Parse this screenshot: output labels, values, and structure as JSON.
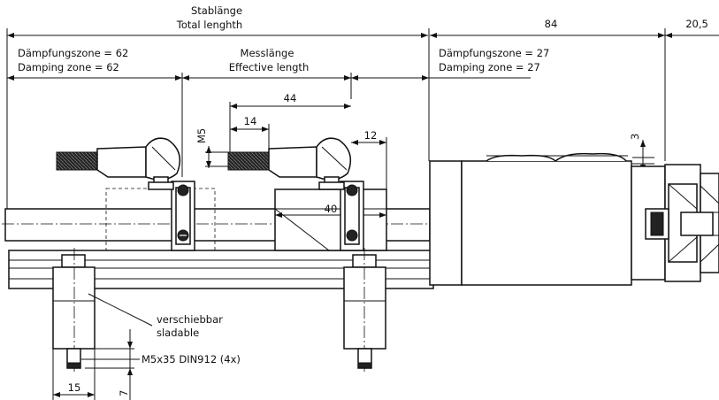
{
  "dims": {
    "total_de": "Stablänge",
    "total_en": "Total lenghth",
    "d84": "84",
    "d20_5": "20,5",
    "damp62_de": "Dämpfungszone = 62",
    "damp62_en": "Damping zone = 62",
    "meas_de": "Messlänge",
    "meas_en": "Effective length",
    "damp27_de": "Dämpfungszone = 27",
    "damp27_en": "Damping zone = 27",
    "d44": "44",
    "d14": "14",
    "d12": "12",
    "d40": "40",
    "m5": "M5",
    "d3": "3",
    "d15": "15",
    "d7": "7"
  },
  "labels": {
    "slide_de": "verschiebbar",
    "slide_en": "sladable",
    "screw": "M5x35 DIN912 (4x)"
  }
}
